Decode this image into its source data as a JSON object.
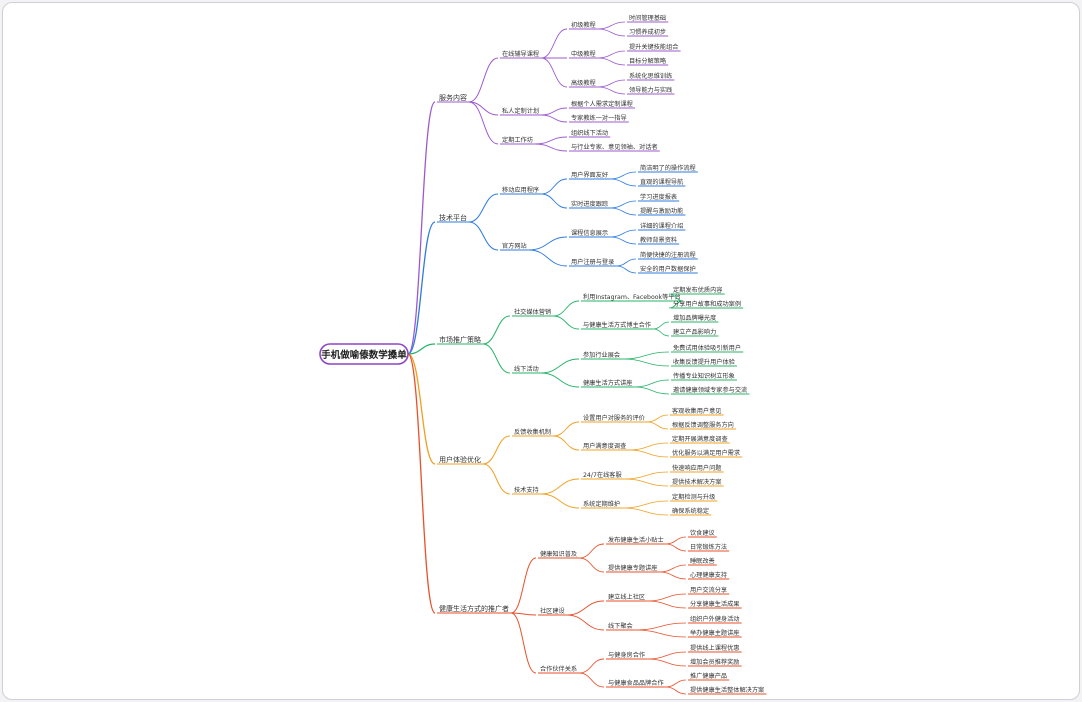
{
  "title": "手机做喻傣数学搡单",
  "colors": {
    "root_border": "#8e44c7",
    "branches": [
      "#9b59d0",
      "#2d7be0",
      "#27b36a",
      "#f0a020",
      "#e8502a"
    ]
  },
  "branches": [
    {
      "label": "服务内容",
      "children": [
        {
          "label": "在线辅导课程",
          "children": [
            {
              "label": "初级教程",
              "children": [
                {
                  "label": "时间管理基础"
                },
                {
                  "label": "习惯养成初步"
                }
              ]
            },
            {
              "label": "中级教程",
              "children": [
                {
                  "label": "提升关键技能组合"
                },
                {
                  "label": "目标分解策略"
                }
              ]
            },
            {
              "label": "高级教程",
              "children": [
                {
                  "label": "系统化思维训练"
                },
                {
                  "label": "领导能力与实践"
                }
              ]
            }
          ]
        },
        {
          "label": "私人定制计划",
          "children": [
            {
              "label": "根据个人需求定制课程"
            },
            {
              "label": "专家教练一对一指导"
            }
          ]
        },
        {
          "label": "定期工作坊",
          "children": [
            {
              "label": "组织线下活动"
            },
            {
              "label": "与行业专家、意见领袖、对话者"
            }
          ]
        }
      ]
    },
    {
      "label": "技术平台",
      "children": [
        {
          "label": "移动应用程序",
          "children": [
            {
              "label": "用户界面友好",
              "children": [
                {
                  "label": "简洁明了的操作流程"
                },
                {
                  "label": "直观的课程导航"
                }
              ]
            },
            {
              "label": "实时进度跟踪",
              "children": [
                {
                  "label": "学习进度报表"
                },
                {
                  "label": "提醒与激励功能"
                }
              ]
            }
          ]
        },
        {
          "label": "官方网站",
          "children": [
            {
              "label": "课程信息展示",
              "children": [
                {
                  "label": "详细的课程介绍"
                },
                {
                  "label": "教师背景资料"
                }
              ]
            },
            {
              "label": "用户注册与登录",
              "children": [
                {
                  "label": "简便快捷的注册流程"
                },
                {
                  "label": "安全的用户数据保护"
                }
              ]
            }
          ]
        }
      ]
    },
    {
      "label": "市场推广策略",
      "children": [
        {
          "label": "社交媒体营销",
          "children": [
            {
              "label": "利用Instagram、Facebook等平台",
              "children": [
                {
                  "label": "定期发布优质内容"
                },
                {
                  "label": "分享用户故事和成功案例"
                }
              ]
            },
            {
              "label": "与健康生活方式博主合作",
              "children": [
                {
                  "label": "增加品牌曝光度"
                },
                {
                  "label": "建立产品影响力"
                }
              ]
            }
          ]
        },
        {
          "label": "线下活动",
          "children": [
            {
              "label": "参加行业展会",
              "children": [
                {
                  "label": "免费试用体验吸引新用户"
                },
                {
                  "label": "收集反馈提升用户体验"
                }
              ]
            },
            {
              "label": "健康生活方式讲座",
              "children": [
                {
                  "label": "传播专业知识树立形象"
                },
                {
                  "label": "邀请健康领域专家参与交流"
                }
              ]
            }
          ]
        }
      ]
    },
    {
      "label": "用户体验优化",
      "children": [
        {
          "label": "反馈收集机制",
          "children": [
            {
              "label": "设置用户对服务的评价",
              "children": [
                {
                  "label": "客观收集用户意见"
                },
                {
                  "label": "根据反馈调整服务方向"
                }
              ]
            },
            {
              "label": "用户满意度调查",
              "children": [
                {
                  "label": "定期开展满意度调查"
                },
                {
                  "label": "优化服务以满足用户需求"
                }
              ]
            }
          ]
        },
        {
          "label": "技术支持",
          "children": [
            {
              "label": "24/7在线客服",
              "children": [
                {
                  "label": "快速响应用户问题"
                },
                {
                  "label": "提供技术解决方案"
                }
              ]
            },
            {
              "label": "系统定期维护",
              "children": [
                {
                  "label": "定期检测与升级"
                },
                {
                  "label": "确保系统稳定"
                }
              ]
            }
          ]
        }
      ]
    },
    {
      "label": "健康生活方式的推广者",
      "children": [
        {
          "label": "健康知识普及",
          "children": [
            {
              "label": "发布健康生活小贴士",
              "children": [
                {
                  "label": "饮食建议"
                },
                {
                  "label": "日常锻炼方法"
                }
              ]
            },
            {
              "label": "提供健康专题讲座",
              "children": [
                {
                  "label": "睡眠改善"
                },
                {
                  "label": "心理健康支持"
                }
              ]
            }
          ]
        },
        {
          "label": "社区建设",
          "children": [
            {
              "label": "建立线上社区",
              "children": [
                {
                  "label": "用户交流分享"
                },
                {
                  "label": "分享健康生活成果"
                }
              ]
            },
            {
              "label": "线下聚会",
              "children": [
                {
                  "label": "组织户外健身活动"
                },
                {
                  "label": "举办健康主题讲座"
                }
              ]
            }
          ]
        },
        {
          "label": "合作伙伴关系",
          "children": [
            {
              "label": "与健身房合作",
              "children": [
                {
                  "label": "提供线上课程优惠"
                },
                {
                  "label": "增加会员推荐奖励"
                }
              ]
            },
            {
              "label": "与健康食品品牌合作",
              "children": [
                {
                  "label": "推广健康产品"
                },
                {
                  "label": "提供健康生活整体解决方案"
                }
              ]
            }
          ]
        }
      ]
    }
  ]
}
